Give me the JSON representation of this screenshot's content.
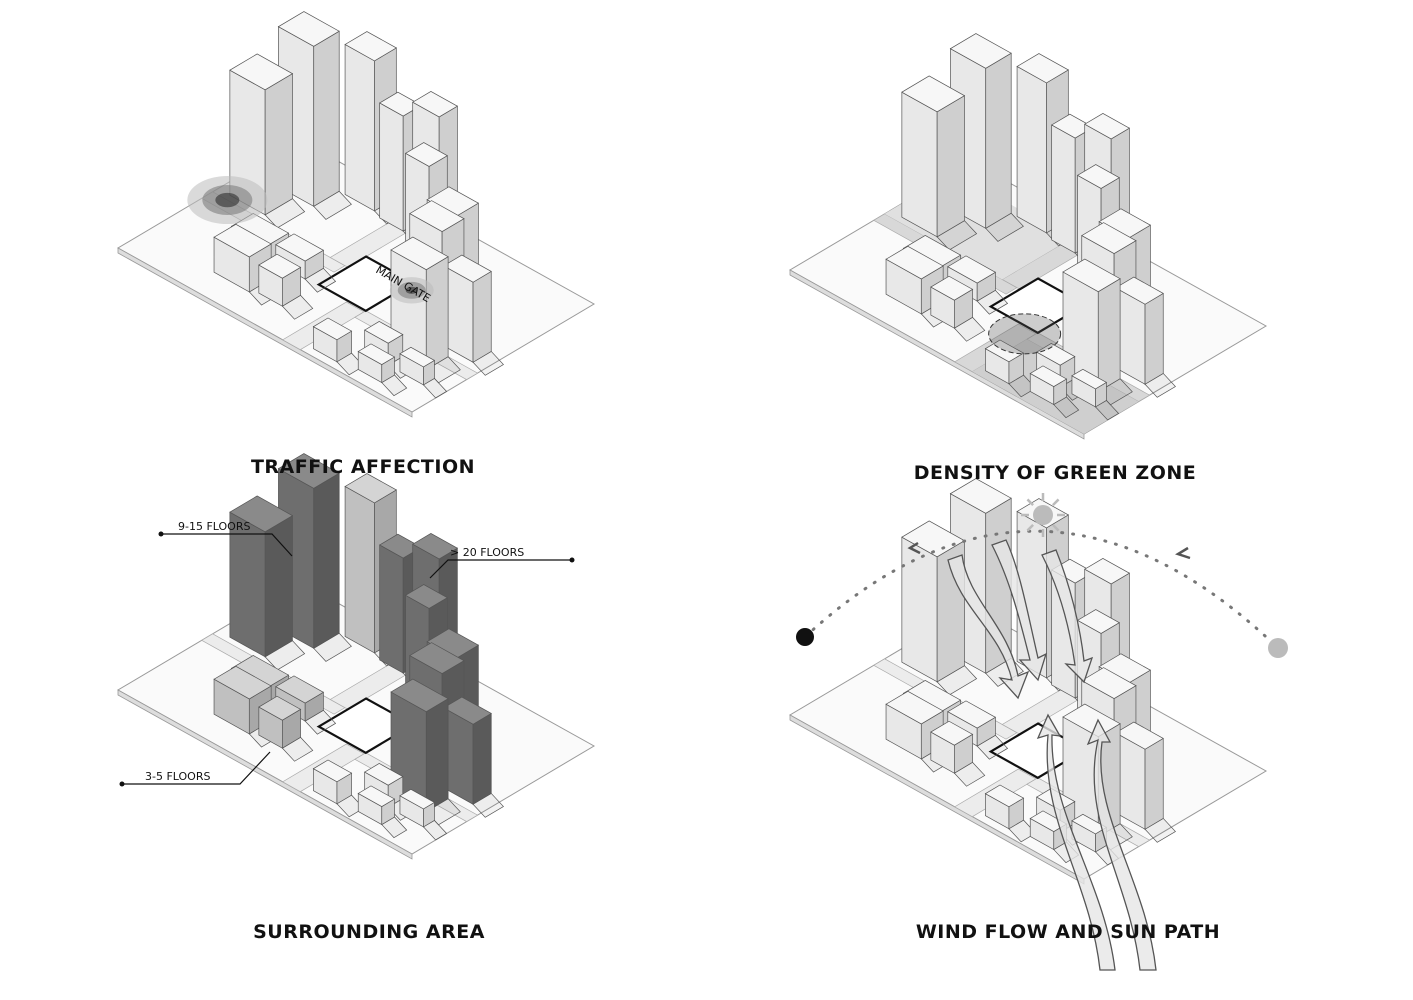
{
  "panels": [
    {
      "title": "TRAFFIC AFFECTION",
      "annotation": "MAIN GATE"
    },
    {
      "title": "DENSITY OF GREEN ZONE"
    },
    {
      "title": "SURROUNDING AREA",
      "labels": [
        "9-15 FLOORS",
        "> 20 FLOORS",
        "3-5 FLOORS"
      ]
    },
    {
      "title": "WIND FLOW AND SUN PATH"
    }
  ],
  "colors": {
    "building": "#f2f2f2",
    "dark_building": "#7a7a7a",
    "medium_building": "#c8c8c8",
    "outline": "#111111"
  }
}
